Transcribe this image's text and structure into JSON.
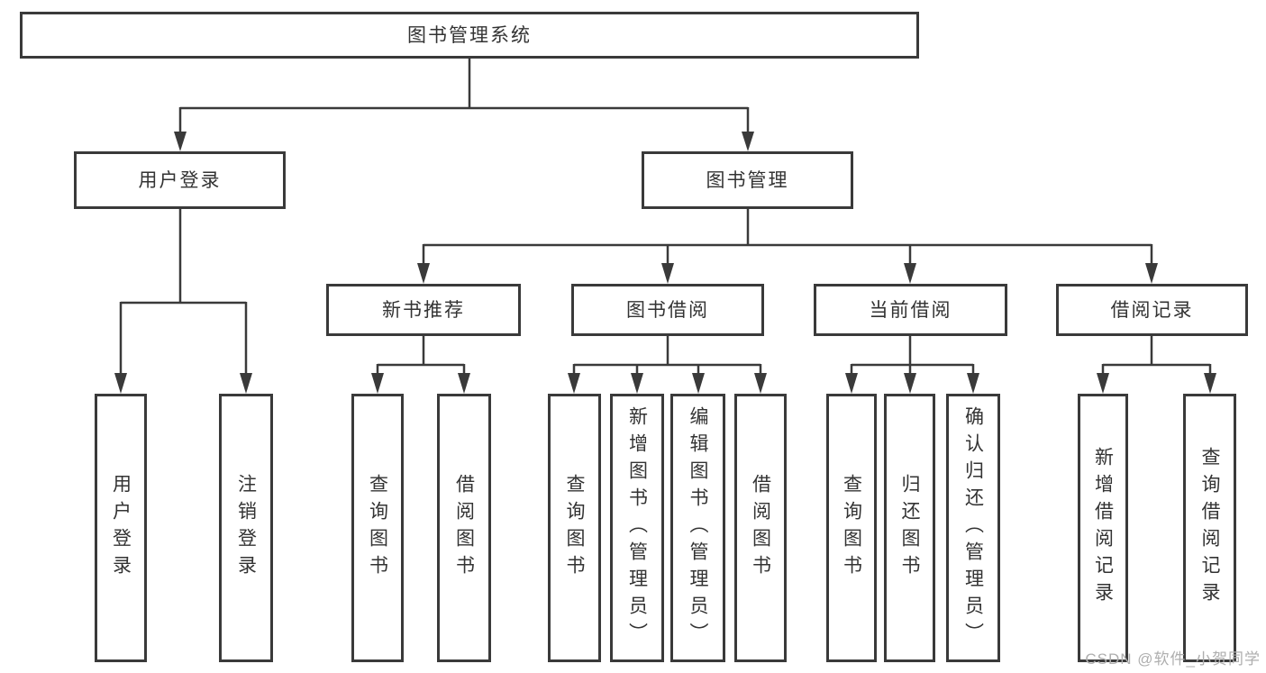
{
  "tree": {
    "root": {
      "label": "图书管理系统"
    },
    "branches": [
      {
        "label": "用户登录",
        "children": [
          {
            "label": "用户登录"
          },
          {
            "label": "注销登录"
          }
        ]
      },
      {
        "label": "图书管理",
        "children": [
          {
            "label": "新书推荐",
            "children": [
              {
                "label": "查询图书"
              },
              {
                "label": "借阅图书"
              }
            ]
          },
          {
            "label": "图书借阅",
            "children": [
              {
                "label": "查询图书"
              },
              {
                "label": "新增图书（管理员）"
              },
              {
                "label": "编辑图书（管理员）"
              },
              {
                "label": "借阅图书"
              }
            ]
          },
          {
            "label": "当前借阅",
            "children": [
              {
                "label": "查询图书"
              },
              {
                "label": "归还图书"
              },
              {
                "label": "确认归还（管理员）"
              }
            ]
          },
          {
            "label": "借阅记录",
            "children": [
              {
                "label": "新增借阅记录"
              },
              {
                "label": "查询借阅记录"
              }
            ]
          }
        ]
      }
    ]
  },
  "watermark": {
    "text": "CSDN @软件_小贺同学"
  },
  "colors": {
    "line": "#3a3a3a",
    "box_border": "#3a3a3a",
    "text": "#333333",
    "background": "#ffffff",
    "watermark": "#aeaeae"
  }
}
